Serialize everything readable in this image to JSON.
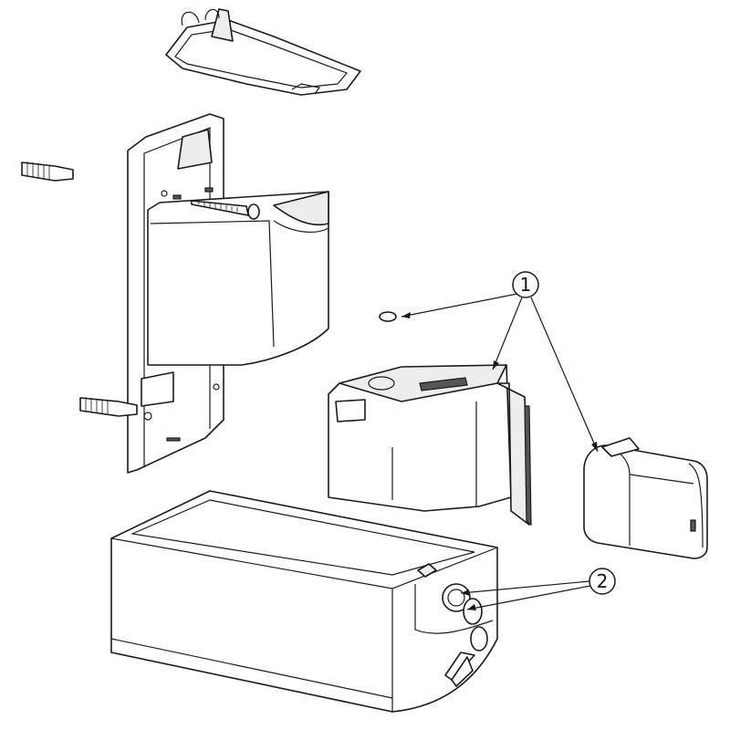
{
  "diagram": {
    "type": "exploded-assembly-view",
    "callouts": [
      {
        "label": "1"
      },
      {
        "label": "2"
      }
    ],
    "colors": {
      "line": "#1a1a1a",
      "fill": "#ffffff",
      "shade": "#ededed"
    }
  }
}
